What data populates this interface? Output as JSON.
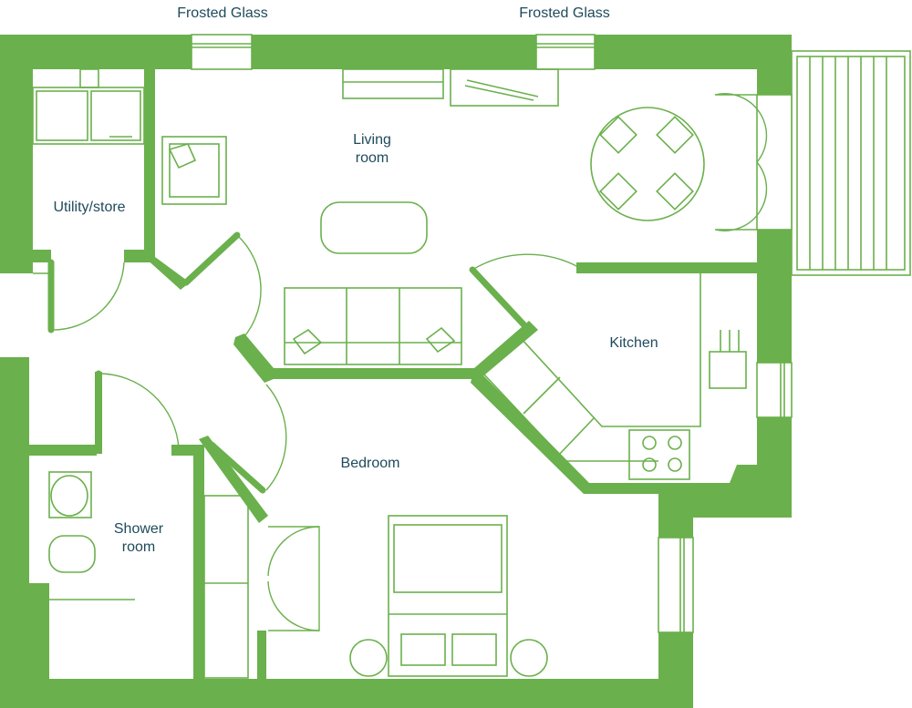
{
  "colors": {
    "wall": "#6ab04c",
    "text": "#1f4a5c",
    "background": "#ffffff"
  },
  "windows_top": [
    "Frosted Glass",
    "Frosted Glass"
  ],
  "rooms": {
    "living": [
      "Living",
      "room"
    ],
    "utility": "Utility/store",
    "kitchen": "Kitchen",
    "bedroom": "Bedroom",
    "shower": [
      "Shower",
      "room"
    ]
  }
}
